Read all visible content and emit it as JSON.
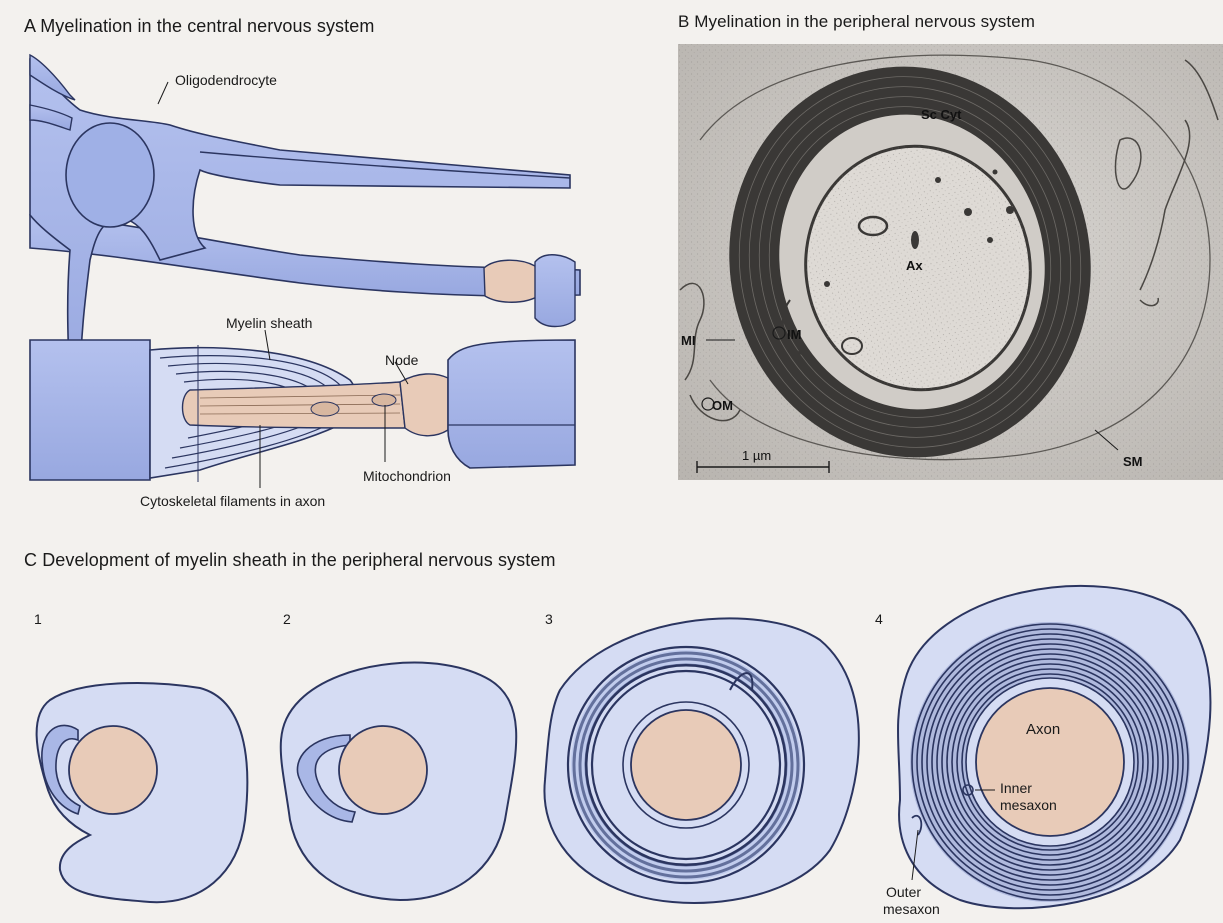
{
  "panel_a": {
    "title": "A  Myelination in the central nervous system",
    "labels": {
      "oligodendrocyte": "Oligodendrocyte",
      "myelin_sheath": "Myelin sheath",
      "node": "Node",
      "mitochondrion": "Mitochondrion",
      "cytoskeletal": "Cytoskeletal filaments in axon"
    }
  },
  "panel_b": {
    "title": "B  Myelination in the peripheral nervous system",
    "labels": {
      "sc_cyt": "Sc Cyt",
      "ax": "Ax",
      "im": "IM",
      "mi": "MI",
      "om": "OM",
      "sm": "SM",
      "scale": "1 µm"
    }
  },
  "panel_c": {
    "title": "C  Development of myelin sheath in the peripheral nervous system",
    "stages": [
      "1",
      "2",
      "3",
      "4"
    ],
    "labels": {
      "axon": "Axon",
      "inner_mesaxon_1": "Inner",
      "inner_mesaxon_2": "mesaxon",
      "outer_mesaxon_1": "Outer",
      "outer_mesaxon_2": "mesaxon"
    }
  },
  "colors": {
    "membrane_blue": "#a9b7e6",
    "membrane_line": "#2b3560",
    "cytoplasm_light": "#d5dcf3",
    "axon_peach": "#e8cbb8",
    "em_background": "#c9c6c2",
    "em_dark": "#2e2c2b"
  }
}
